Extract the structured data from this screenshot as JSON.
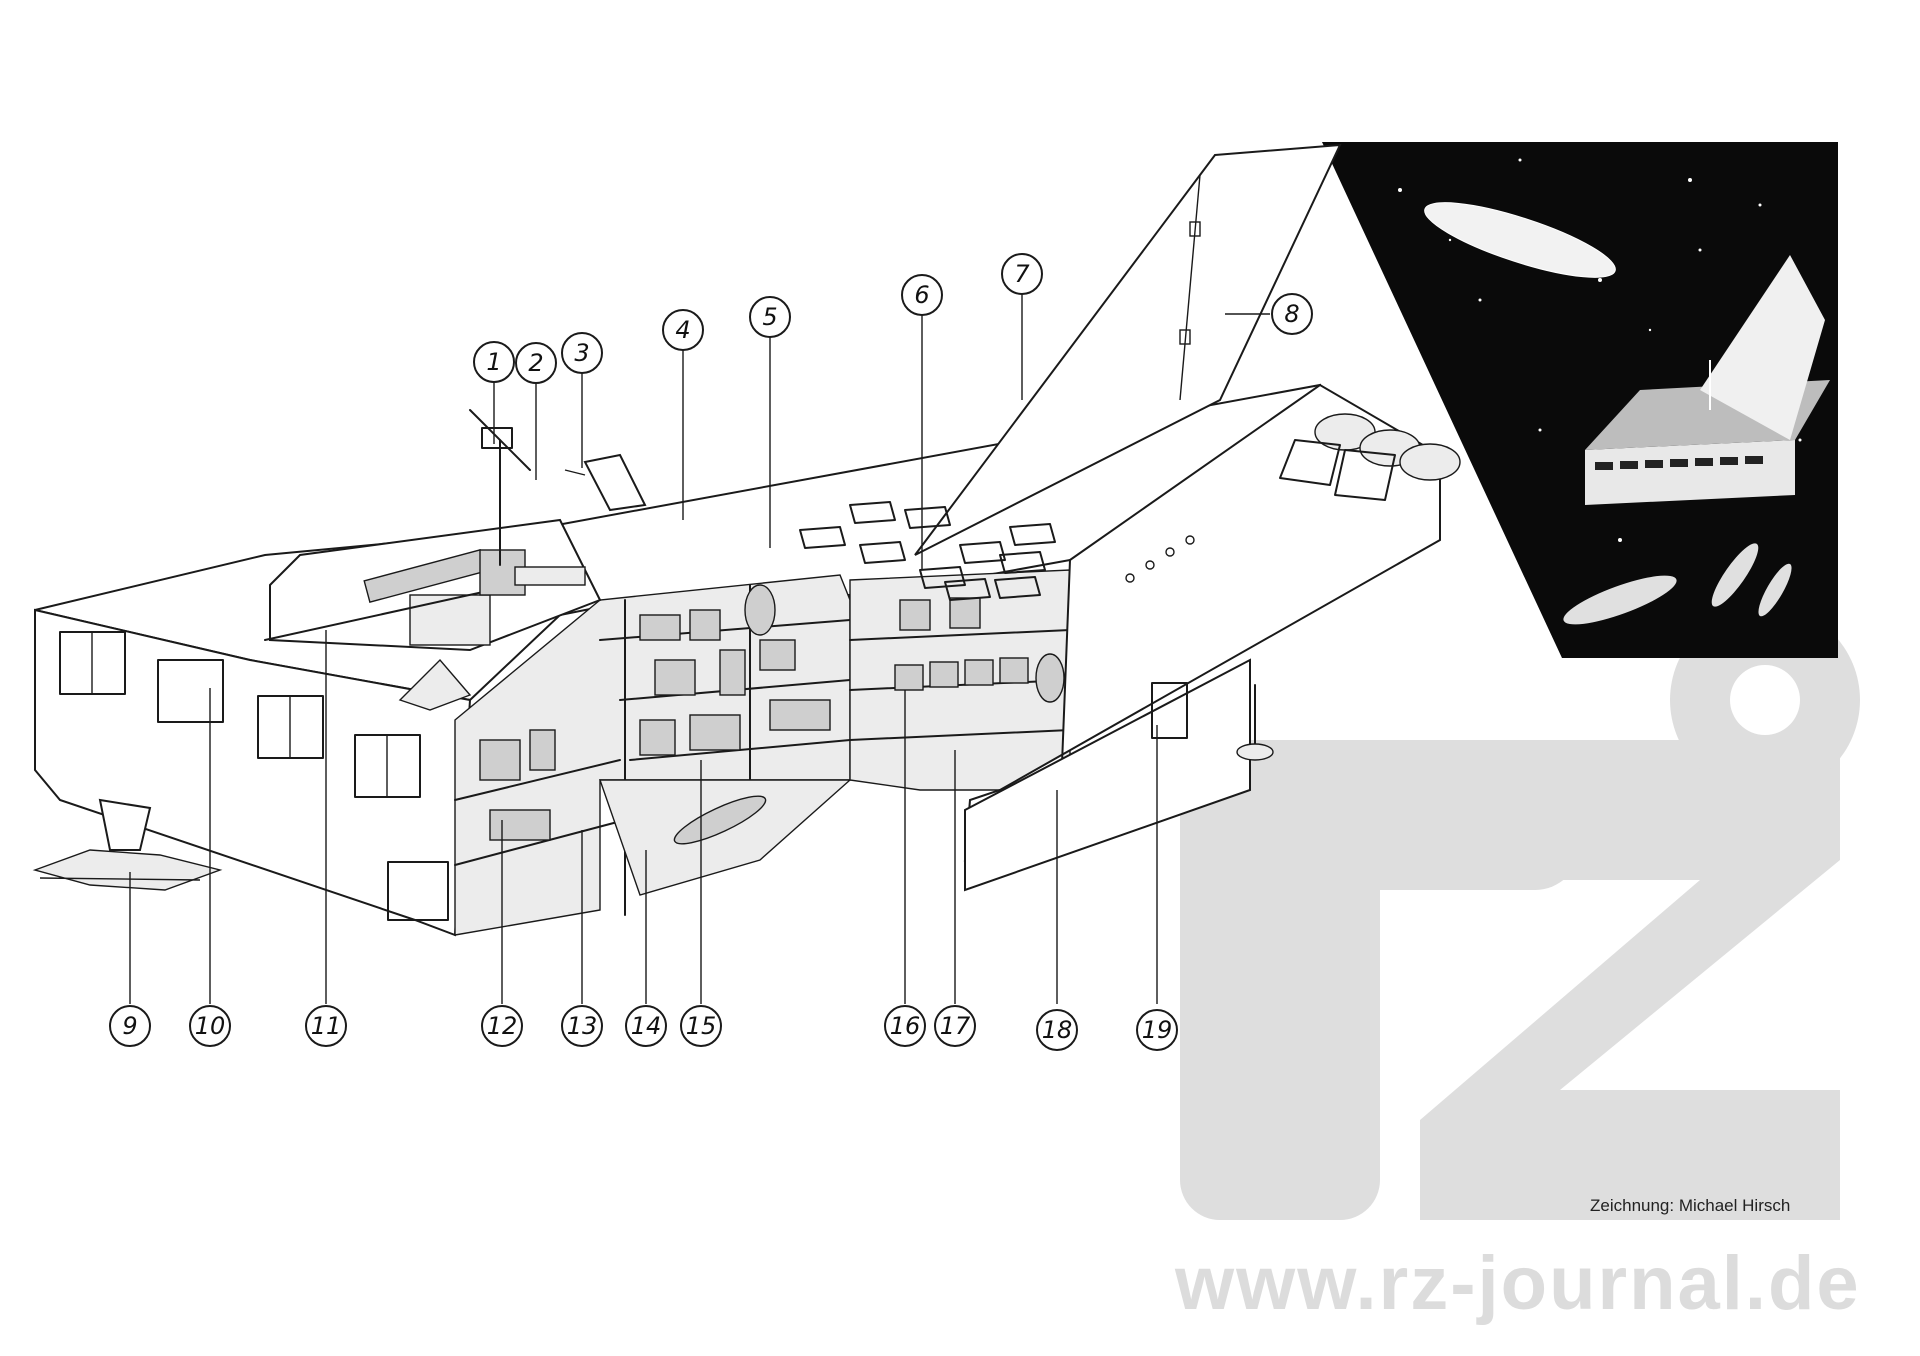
{
  "callouts": [
    "1",
    "2",
    "3",
    "4",
    "5",
    "6",
    "7",
    "8",
    "9",
    "10",
    "11",
    "12",
    "13",
    "14",
    "15",
    "16",
    "17",
    "18",
    "19"
  ],
  "credit": "Zeichnung: Michael Hirsch",
  "watermark": {
    "logo_text": "rzj",
    "url": "www.rz-journal.de"
  },
  "colors": {
    "ink": "#1a1a1a",
    "watermark": "#dcdcdc",
    "inset_background": "#0a0a0a"
  }
}
